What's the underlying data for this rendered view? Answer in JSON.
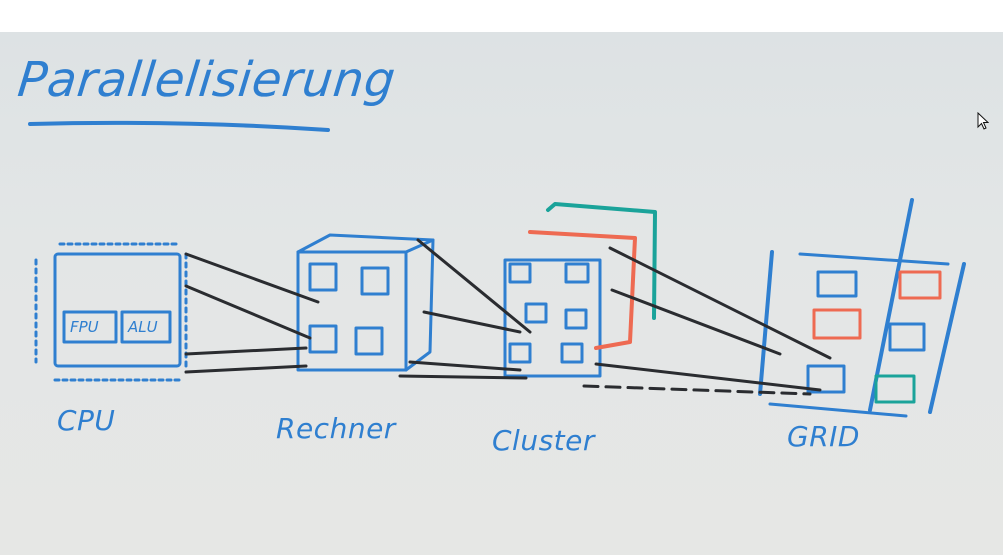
{
  "title": "Parallelisierung",
  "labels": {
    "cpu": "CPU",
    "rechner": "Rechner",
    "cluster": "Cluster",
    "grid": "GRID"
  },
  "chip_units": {
    "fpu": "FPU",
    "alu": "ALU"
  },
  "colors": {
    "marker_blue": "#2f7fd0",
    "marker_black": "#2a2c30",
    "marker_red": "#ee6a52",
    "marker_teal": "#1aa39a"
  },
  "icons": [
    "mouse-cursor-icon"
  ]
}
